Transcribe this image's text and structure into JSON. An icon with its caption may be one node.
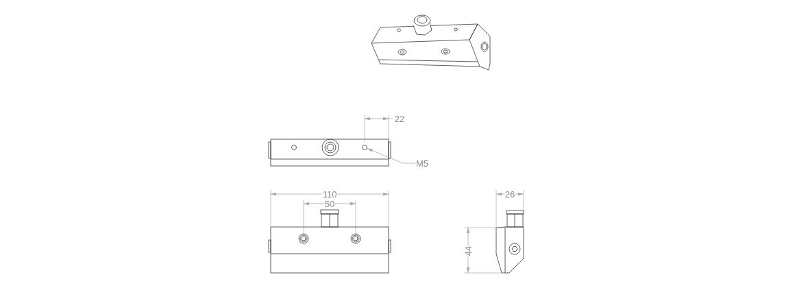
{
  "diagram": {
    "nodes": [
      {
        "text": [
          "M5"
        ]
      },
      {
        "text": [],
        "shape": "circle"
      }
    ],
    "edges": [
      {
        "from": 0,
        "to": 1,
        "arrow": "to"
      }
    ],
    "labels": [
      "22",
      "110",
      "26",
      "50",
      "44"
    ]
  }
}
